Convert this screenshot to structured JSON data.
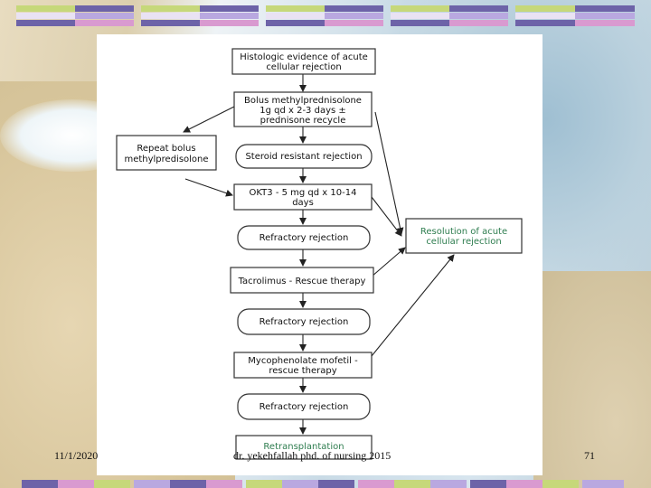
{
  "nodes": {
    "n1": [
      "Histologic evidence of acute",
      "cellular rejection"
    ],
    "n2": [
      "Bolus methylprednisolone",
      "1g qd x 2-3 days ±",
      "prednisone recycle"
    ],
    "n3": [
      "Steroid resistant rejection"
    ],
    "n4": [
      "Repeat bolus",
      "methylpredisolone"
    ],
    "n5": [
      "OKT3 - 5 mg qd x 10-14",
      "days"
    ],
    "n6": [
      "Refractory rejection"
    ],
    "n7": [
      "Resolution of acute",
      "cellular rejection"
    ],
    "n8": [
      "Tacrolimus - Rescue therapy"
    ],
    "n9": [
      "Refractory rejection"
    ],
    "n10": [
      "Mycophenolate mofetil -",
      "rescue therapy"
    ],
    "n11": [
      "Refractory rejection"
    ],
    "n12": [
      "Retransplantation"
    ]
  },
  "footer": {
    "date": "11/1/2020",
    "author": "dr. yekehfallah phd. of nursing 2015",
    "page": "71"
  },
  "colors": {
    "green_text": "#2e7d4f",
    "bar_green": "#c6d87a",
    "bar_lavender": "#b9a8e0",
    "bar_purple": "#6d63a8",
    "bar_pink": "#d99ad0"
  }
}
